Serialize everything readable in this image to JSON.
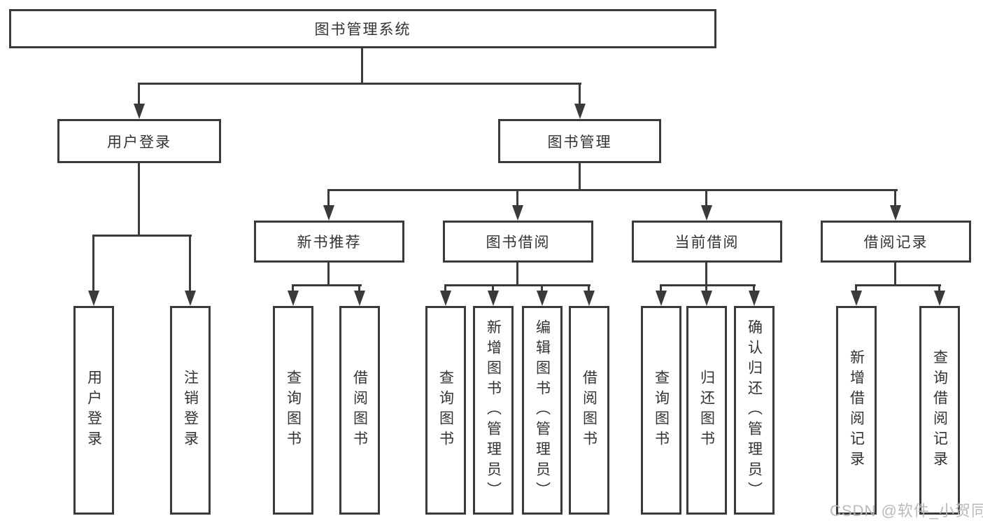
{
  "diagram": {
    "root": {
      "label": "图书管理系统"
    },
    "branches": [
      {
        "label": "用户登录",
        "children": [
          {
            "label": "用户登录"
          },
          {
            "label": "注销登录"
          }
        ]
      },
      {
        "label": "图书管理",
        "groups": [
          {
            "label": "新书推荐",
            "children": [
              {
                "label": "查询图书"
              },
              {
                "label": "借阅图书"
              }
            ]
          },
          {
            "label": "图书借阅",
            "children": [
              {
                "label": "查询图书"
              },
              {
                "label": "新增图书（管理员）"
              },
              {
                "label": "编辑图书（管理员）"
              },
              {
                "label": "借阅图书"
              }
            ]
          },
          {
            "label": "当前借阅",
            "children": [
              {
                "label": "查询图书"
              },
              {
                "label": "归还图书"
              },
              {
                "label": "确认归还（管理员）"
              }
            ]
          },
          {
            "label": "借阅记录",
            "children": [
              {
                "label": "新增借阅记录"
              },
              {
                "label": "查询借阅记录"
              }
            ]
          }
        ]
      }
    ]
  },
  "watermark": {
    "text": "CSDN @软件_小贺同学"
  },
  "colors": {
    "line": "#3a3a3a",
    "text": "#333333",
    "background": "#ffffff",
    "watermark": "#b5b5b5"
  }
}
